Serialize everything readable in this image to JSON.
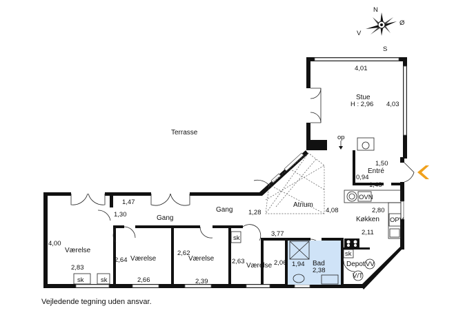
{
  "compass": {
    "n": "N",
    "s": "S",
    "e": "Ø",
    "w": "V",
    "icon": "compass-rose-icon"
  },
  "areas": {
    "terrace": "Terrasse",
    "atrium": "Atrium"
  },
  "rooms": {
    "living": {
      "name": "Stue",
      "height": "H : 2,96",
      "width": "4,01",
      "depth": "4,03"
    },
    "entrance": {
      "name": "Entré",
      "dim_top": "1,50",
      "dim_left": "0,94",
      "dim_bottom": "1,48"
    },
    "kitchen": {
      "name": "Køkken",
      "dim_right": "2,80",
      "dim_bottom": "2,11",
      "oven": "OVN",
      "fridge": "OPV"
    },
    "hallway_center": {
      "name": "Gang",
      "dim": "1,28"
    },
    "hallway_left": {
      "name": "Gang",
      "dim_top": "1,47",
      "dim_left": "1,30"
    },
    "room1": {
      "name": "Værelse",
      "dim_side": "4,00",
      "dim_bottom": "2,83"
    },
    "room2": {
      "name": "Værelse",
      "dim_side": "2,64",
      "dim_bottom": "2,66"
    },
    "room3": {
      "name": "Værelse",
      "dim_side": "2,62",
      "dim_bottom": "2,39"
    },
    "room4": {
      "name": "Værelse",
      "dim_left": "2,63",
      "dim_right": "2,06"
    },
    "bath": {
      "name": "Bad",
      "dim_left": "1,94",
      "dim_bottom": "2,38"
    },
    "storage": {
      "name": "Depot",
      "washer": "VV",
      "dryer": "V/T"
    }
  },
  "dims": {
    "center_right": "4,08",
    "corridor_bottom": "3,77"
  },
  "closet": "sk",
  "stair_direction": "op",
  "entry_marker": {
    "icon": "entry-arrow-icon",
    "color": "#f0a11c"
  },
  "bath_color": "#cfe3f7",
  "disclaimer": "Vejledende tegning uden ansvar."
}
